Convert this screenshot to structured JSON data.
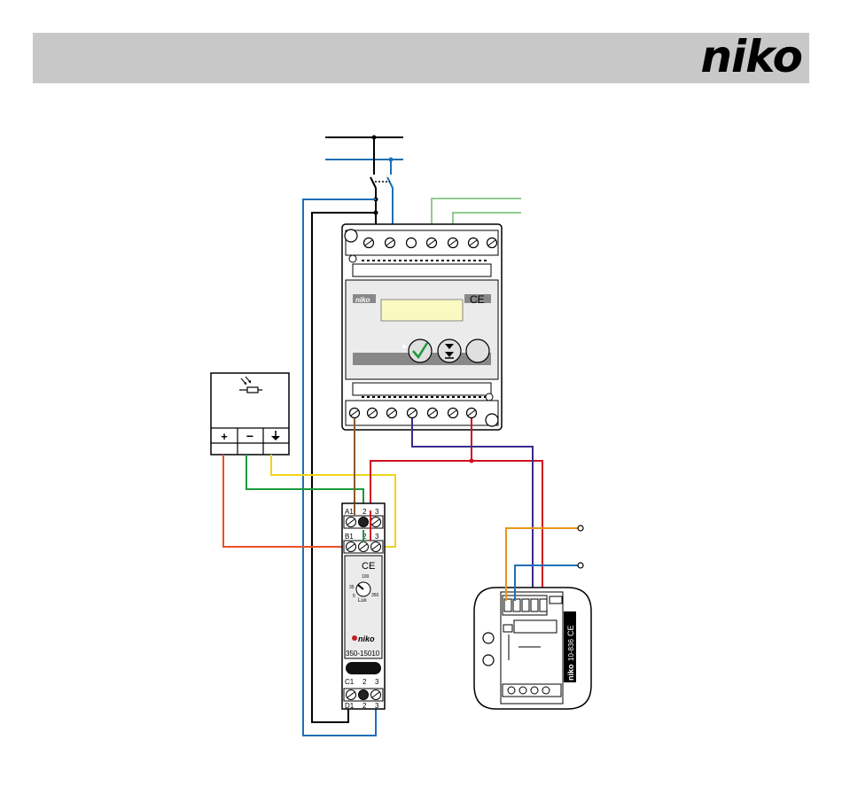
{
  "brand": {
    "name": "niko"
  },
  "controller": {
    "brand": "niko",
    "mark": "CE"
  },
  "sensor": {
    "terminal_plus": "+",
    "terminal_minus": "−"
  },
  "din_module": {
    "row_a": {
      "t1": "A1",
      "t2": "2",
      "t3": "3"
    },
    "row_b": {
      "t1": "B1",
      "t2": "2",
      "t3": "3"
    },
    "row_c": {
      "t1": "C1",
      "t2": "2",
      "t3": "3"
    },
    "row_d": {
      "t1": "D1",
      "t2": "2",
      "t3": "3"
    },
    "mark": "CE",
    "lux_label": "Lux",
    "dial_min": "35",
    "dial_mid": "100",
    "dial_max": "350",
    "dial_low": "5",
    "brand": "niko",
    "part_number": "350-15010"
  },
  "flush_module": {
    "brand": "niko",
    "part_number": "10-836",
    "mark": "CE"
  },
  "wire_colors": {
    "phase": "#000000",
    "neutral": "#1f6fb4",
    "brown": "#8b5a2b",
    "red": "#d01020",
    "purple": "#3a2b8c",
    "green": "#1a9a3a",
    "light_green": "#8fcc8f",
    "yellow": "#f2d21a",
    "orange_red": "#e8502a",
    "orange": "#e8951a"
  }
}
